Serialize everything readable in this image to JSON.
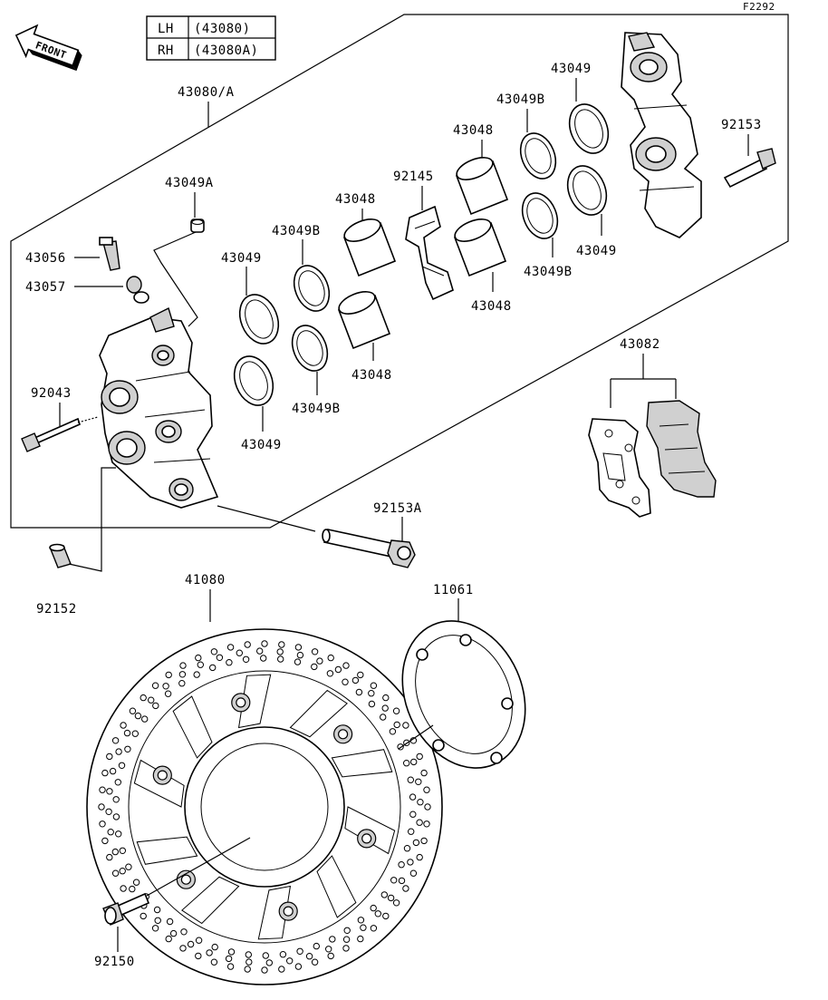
{
  "figure_code": "F2292",
  "front_label": "FRONT",
  "variant_table": [
    {
      "side": "LH",
      "part": "(43080)"
    },
    {
      "side": "RH",
      "part": "(43080A)"
    }
  ],
  "labels": {
    "caliper_assy": "43080/A",
    "seal_a": "43049A",
    "bleeder": "43056",
    "cap": "43057",
    "bolt_left": "92043",
    "spacer": "92152",
    "piston_top": "43048",
    "piston_mid": "43048",
    "piston_low": "43048",
    "piston_right": "43048",
    "seal_dust_1": "43049",
    "seal_dust_2": "43049",
    "seal_dust_3": "43049",
    "seal_dust_4": "43049",
    "seal_b_1": "43049B",
    "seal_b_2": "43049B",
    "seal_b_3": "43049B",
    "seal_b_4": "43049B",
    "spring": "92145",
    "bolt_right": "92153",
    "bolt_mount": "92153A",
    "pad_set": "43082",
    "disc": "41080",
    "shim": "11061",
    "disc_bolt": "92150"
  }
}
